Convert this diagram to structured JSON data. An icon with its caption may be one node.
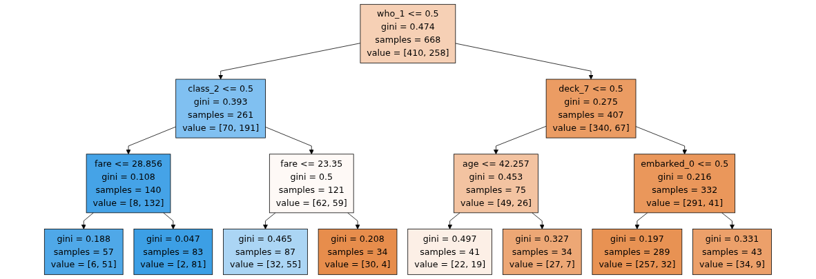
{
  "diagram": {
    "nodes": [
      {
        "text": [
          "who_1 <= 0.5",
          "gini = 0.474",
          "samples = 668",
          "value = [410, 258]"
        ]
      },
      {
        "text": [
          "class_2 <= 0.5",
          "gini = 0.393",
          "samples = 261",
          "value = [70, 191]"
        ]
      },
      {
        "text": [
          "deck_7 <= 0.5",
          "gini = 0.275",
          "samples = 407",
          "value = [340, 67]"
        ]
      },
      {
        "text": [
          "fare <= 28.856",
          "gini = 0.108",
          "samples = 140",
          "value = [8, 132]"
        ]
      },
      {
        "text": [
          "fare <= 23.35",
          "gini = 0.5",
          "samples = 121",
          "value = [62, 59]"
        ]
      },
      {
        "text": [
          "age <= 42.257",
          "gini = 0.453",
          "samples = 75",
          "value = [49, 26]"
        ]
      },
      {
        "text": [
          "embarked_0 <= 0.5",
          "gini = 0.216",
          "samples = 332",
          "value = [291, 41]"
        ]
      },
      {
        "text": [
          "gini = 0.188",
          "samples = 57",
          "value = [6, 51]"
        ]
      },
      {
        "text": [
          "gini = 0.047",
          "samples = 83",
          "value = [2, 81]"
        ]
      },
      {
        "text": [
          "gini = 0.465",
          "samples = 87",
          "value = [32, 55]"
        ]
      },
      {
        "text": [
          "gini = 0.208",
          "samples = 34",
          "value = [30, 4]"
        ]
      },
      {
        "text": [
          "gini = 0.497",
          "samples = 41",
          "value = [22, 19]"
        ]
      },
      {
        "text": [
          "gini = 0.327",
          "samples = 34",
          "value = [27, 7]"
        ]
      },
      {
        "text": [
          "gini = 0.197",
          "samples = 289",
          "value = [257, 32]"
        ]
      },
      {
        "text": [
          "gini = 0.331",
          "samples = 43",
          "value = [34, 9]"
        ]
      }
    ],
    "edges": [
      {
        "from": 0,
        "to": 1,
        "arrow": "to"
      },
      {
        "from": 0,
        "to": 2,
        "arrow": "to"
      },
      {
        "from": 1,
        "to": 3,
        "arrow": "to"
      },
      {
        "from": 1,
        "to": 4,
        "arrow": "to"
      },
      {
        "from": 2,
        "to": 5,
        "arrow": "to"
      },
      {
        "from": 2,
        "to": 6,
        "arrow": "to"
      },
      {
        "from": 3,
        "to": 7,
        "arrow": "to"
      },
      {
        "from": 3,
        "to": 8,
        "arrow": "to"
      },
      {
        "from": 4,
        "to": 9,
        "arrow": "to"
      },
      {
        "from": 4,
        "to": 10,
        "arrow": "to"
      },
      {
        "from": 5,
        "to": 11,
        "arrow": "to"
      },
      {
        "from": 5,
        "to": 12,
        "arrow": "to"
      },
      {
        "from": 6,
        "to": 13,
        "arrow": "to"
      },
      {
        "from": 6,
        "to": 14,
        "arrow": "to"
      }
    ]
  }
}
